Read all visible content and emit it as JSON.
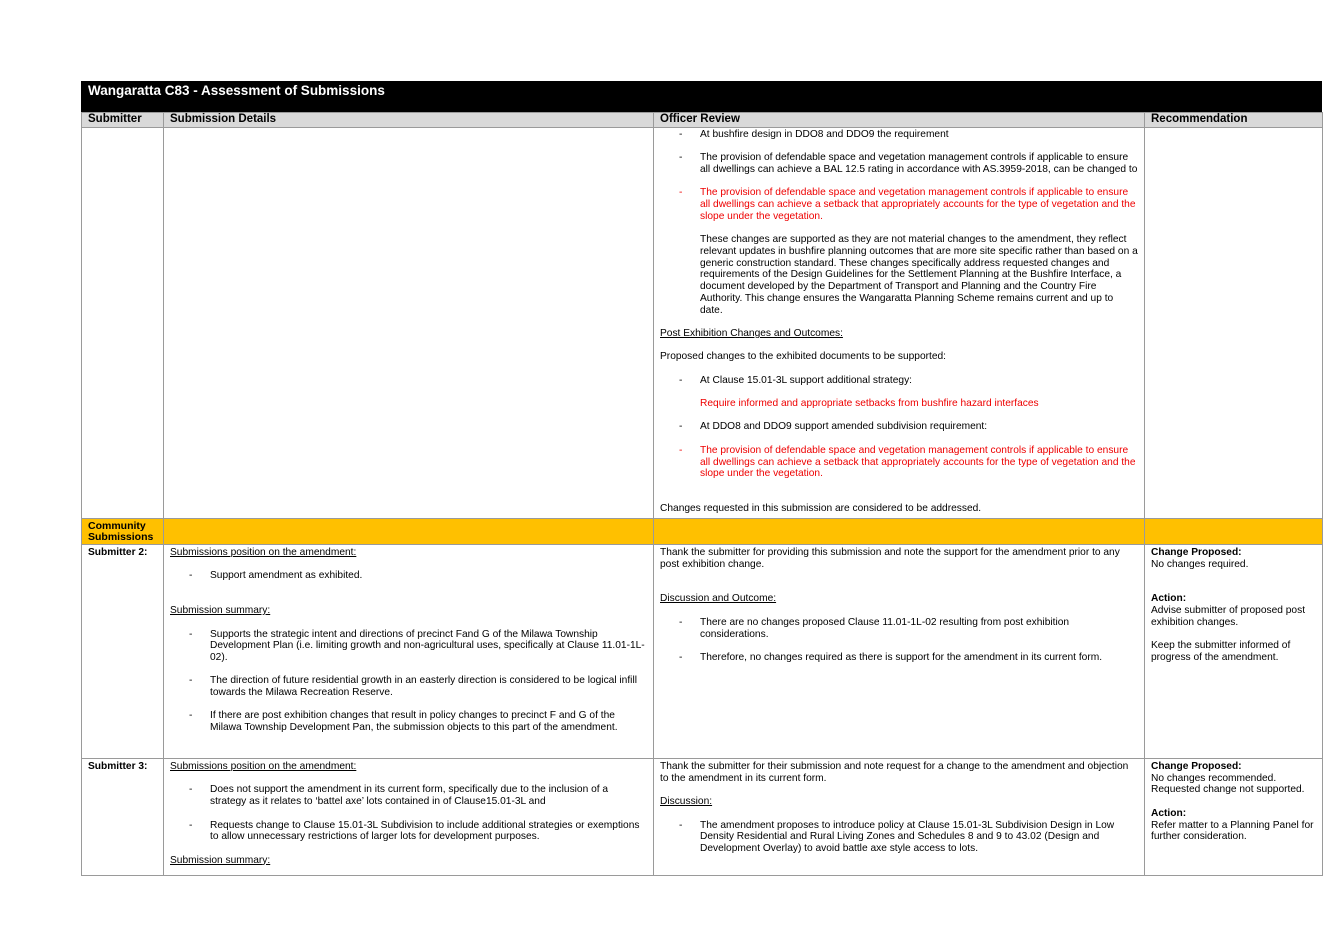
{
  "doc_title": "Wangaratta C83 -  Assessment of Submissions",
  "headers": [
    "Submitter",
    "Submission Details",
    "Officer Review",
    "Recommendation"
  ],
  "continued_row": {
    "review": {
      "item1": "At bushfire design in DDO8 and DDO9 the requirement",
      "item2": "The provision of defendable space and vegetation management controls if applicable to ensure all dwellings can achieve a BAL 12.5 rating in accordance with AS.3959-2018, can be changed to",
      "item3_red": "The provision of defendable space and vegetation management controls if applicable to ensure all dwellings can achieve a setback that appropriately accounts for the type of vegetation and the slope under the vegetation.",
      "para": "These changes are supported as they are not material changes to the amendment, they reflect relevant updates in bushfire planning outcomes that are more site specific rather than based on a generic construction standard. These changes specifically address requested changes and requirements of the Design Guidelines for the Settlement Planning at the Bushfire Interface, a document developed by the Department of Transport and Planning and the Country Fire Authority. This change ensures the Wangaratta Planning Scheme remains current and up to date.",
      "post_heading": "Post Exhibition Changes and Outcomes:",
      "proposed": "Proposed changes to the exhibited documents to be supported:",
      "item4": "At Clause 15.01-3L support additional strategy:",
      "item4_red": "Require informed and appropriate setbacks from bushfire hazard interfaces",
      "item5": "At DDO8 and DDO9 support amended subdivision requirement:",
      "item6_red": "The provision of defendable space and vegetation management controls if applicable to ensure all dwellings can achieve a setback that appropriately accounts for the type of vegetation and the slope under the vegetation.",
      "closing": "Changes requested in this submission are considered to be addressed."
    }
  },
  "community_label": "Community Submissions",
  "submitter2": {
    "label": "Submitter 2:",
    "details": {
      "position_heading": "Submissions position on the amendment:",
      "position_item": "Support amendment as exhibited.",
      "summary_heading": "Submission summary:",
      "summary_items": [
        "Supports the strategic intent and directions of precinct Fand G of the Milawa Township Development Plan (i.e. limiting growth and non-agricultural uses, specifically at Clause 11.01-1L-02).",
        "The direction of future residential growth in an easterly direction is considered to be logical infill towards the Milawa Recreation Reserve.",
        "If there are post exhibition changes that result in policy changes to precinct F and G of the Milawa Township Development Pan, the submission objects to this part of the amendment."
      ]
    },
    "review": {
      "intro": "Thank the submitter for providing this submission and note the support for the amendment prior to any post exhibition change.",
      "heading": "Discussion and Outcome:",
      "items": [
        "There are no changes proposed Clause 11.01-1L-02 resulting from post exhibition considerations.",
        "Therefore, no changes required as there is support for the amendment in its current form."
      ]
    },
    "rec": {
      "change_heading": "Change Proposed:",
      "change_text": "No changes required.",
      "action_heading": "Action:",
      "action_text": "Advise submitter of proposed post exhibition changes.",
      "action_text2": "Keep the submitter informed of progress of the amendment."
    }
  },
  "submitter3": {
    "label": "Submitter 3:",
    "details": {
      "position_heading": "Submissions position on the amendment:",
      "items": [
        "Does not support the amendment in its current form, specifically due to the inclusion of a strategy as it relates to ‘battel axe’ lots contained in of Clause15.01-3L and",
        "Requests change to Clause 15.01-3L Subdivision to include additional strategies or exemptions to allow unnecessary restrictions of larger lots for development purposes."
      ],
      "summary_heading": "Submission summary:"
    },
    "review": {
      "intro": "Thank the submitter for their submission and note request for a change to the amendment and objection to the amendment in its current form.",
      "heading": "Discussion:",
      "item": "The amendment proposes to introduce policy at Clause 15.01-3L Subdivision Design in Low Density Residential and Rural Living Zones and Schedules 8 and 9 to 43.02 (Design and Development Overlay) to avoid battle axe style access to lots."
    },
    "rec": {
      "change_heading": "Change Proposed:",
      "change_text": "No changes recommended.",
      "change_text2": "Requested change not supported.",
      "action_heading": "Action:",
      "action_text": "Refer matter to a Planning Panel for further consideration."
    }
  },
  "colors": {
    "title_bg": "#000000",
    "header_bg": "#d9d9d9",
    "community_bg": "#ffc000",
    "red_text": "#ee0000"
  }
}
